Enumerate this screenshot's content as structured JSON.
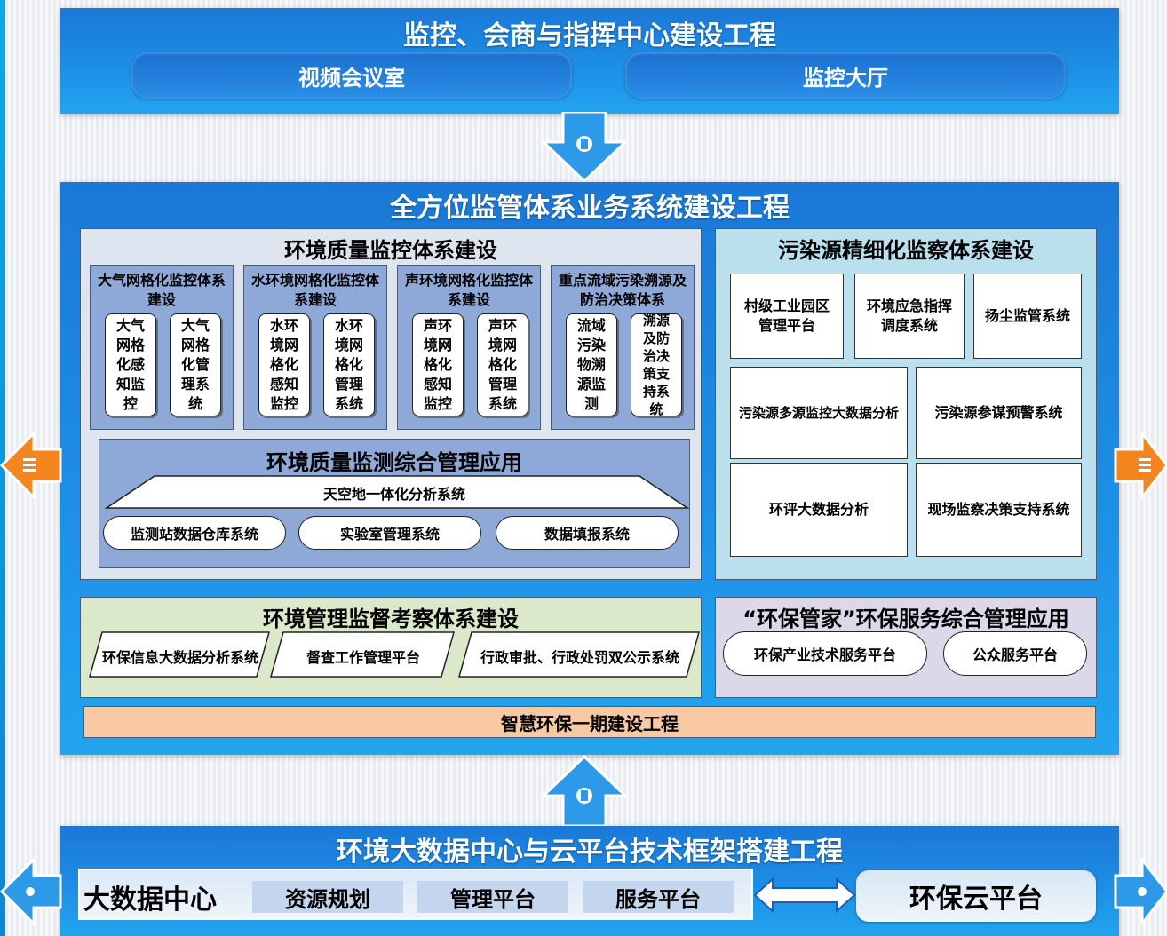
{
  "top": {
    "title": "监控、会商与指挥中心建设工程",
    "buttons": [
      "视频会议室",
      "监控大厅"
    ]
  },
  "main": {
    "title": "全方位监管体系业务系统建设工程",
    "quality": {
      "title": "环境质量监控体系建设",
      "groups": [
        {
          "title": "大气网格化监控体系建设",
          "cards": [
            "大气网格化感知监控",
            "大气网格化管理系统"
          ]
        },
        {
          "title": "水环境网格化监控体系建设",
          "cards": [
            "水环境网格化感知监控",
            "水环境网格化管理系统"
          ]
        },
        {
          "title": "声环境网格化监控体系建设",
          "cards": [
            "声环境网格化感知监控",
            "声环境网格化管理系统"
          ]
        },
        {
          "title": "重点流域污染溯源及防治决策体系",
          "cards": [
            "流域污染物溯源监测",
            "溯源及防治决策支持系统"
          ]
        }
      ],
      "monitoring": {
        "title": "环境质量监测综合管理应用",
        "banner": "天空地一体化分析系统",
        "pills": [
          "监测站数据仓库系统",
          "实验室管理系统",
          "数据填报系统"
        ]
      }
    },
    "pollution": {
      "title": "污染源精细化监察体系建设",
      "cards": [
        "村级工业园区管理平台",
        "环境应急指挥调度系统",
        "扬尘监管系统",
        "污染源多源监控大数据分析",
        "污染源参谋预警系统",
        "环评大数据分析",
        "现场监察决策支持系统"
      ]
    },
    "supervision": {
      "title": "环境管理监督考察体系建设",
      "items": [
        "环保信息大数据分析系统",
        "督查工作管理平台",
        "行政审批、行政处罚双公示系统"
      ]
    },
    "service": {
      "title": "“环保管家”环保服务综合管理应用",
      "pills": [
        "环保产业技术服务平台",
        "公众服务平台"
      ]
    },
    "phase": "智慧环保一期建设工程"
  },
  "bottom": {
    "title": "环境大数据中心与云平台技术框架搭建工程",
    "datacenter": "大数据中心",
    "items": [
      "资源规划",
      "管理平台",
      "服务平台"
    ],
    "cloud": "环保云平台"
  },
  "colors": {
    "panel_blue": "#1d8ee6",
    "quality_bg": "#dfe5ef",
    "pollution_bg": "#b9e0ec",
    "supervision_bg": "#dbe8c9",
    "service_bg": "#dcd8ea",
    "phase_bg": "#f8c9a4",
    "group_bg": "#8ea9d8"
  },
  "icons": [
    "arrow-down-icon",
    "arrow-up-icon",
    "arrow-left-icon",
    "arrow-right-icon",
    "double-arrow-icon"
  ]
}
